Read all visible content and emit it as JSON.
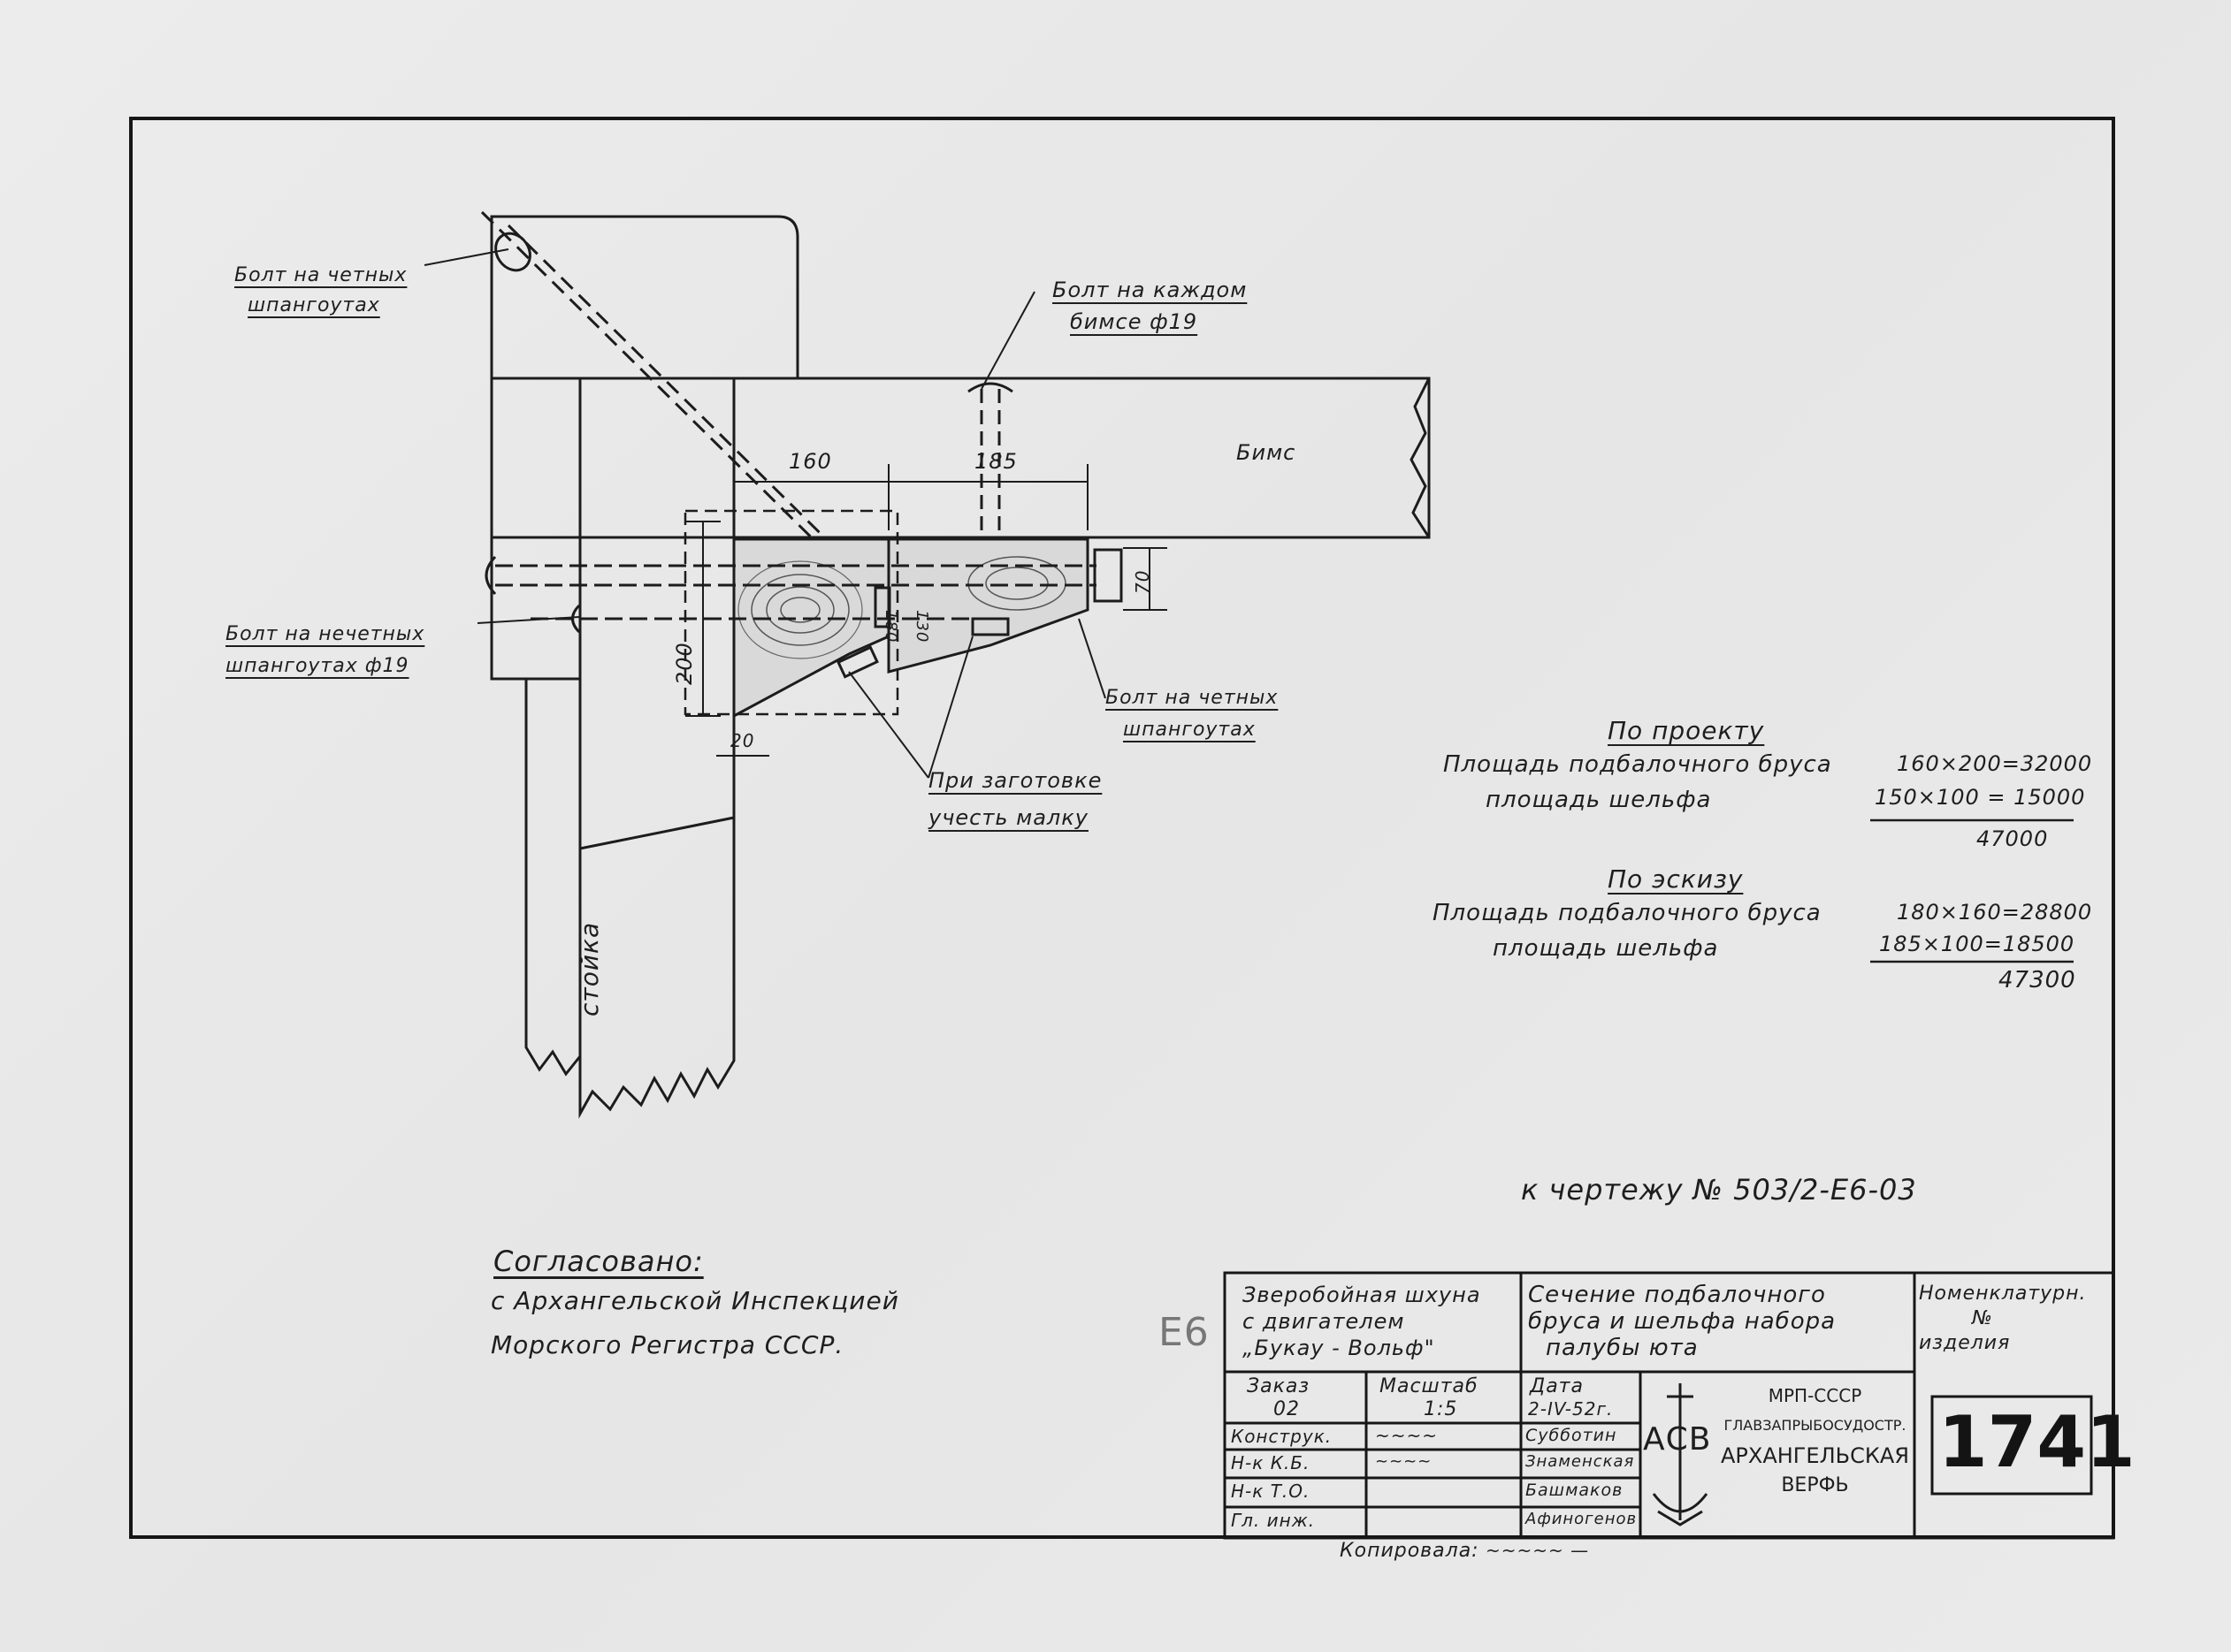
{
  "callouts": {
    "bolt_even_top": [
      "Болт на четных",
      "шпангоутах"
    ],
    "bolt_each_beam": [
      "Болт на каждом",
      "бимсе ф19"
    ],
    "beam": "Бимс",
    "bolt_odd": [
      "Болт на нечетных",
      "шпангоутах ф19"
    ],
    "bolt_even_bottom": [
      "Болт на четных",
      "шпангоутах"
    ],
    "bevel_note": [
      "При заготовке",
      "учесть малку"
    ],
    "post": "стойка"
  },
  "dimensions": {
    "d160": "160",
    "d185": "185",
    "d200": "200",
    "d20": "20",
    "d180": "180",
    "d130": "130",
    "d70": "70"
  },
  "calc": {
    "project_heading": "По проекту",
    "project_rows": [
      {
        "label": "Площадь подбалочного бруса",
        "value": "160×200=32000"
      },
      {
        "label": "площадь шельфа",
        "value": "150×100 = 15000"
      }
    ],
    "project_total": "47000",
    "sketch_heading": "По эскизу",
    "sketch_rows": [
      {
        "label": "Площадь подбалочного бруса",
        "value": "180×160=28800"
      },
      {
        "label": "площадь шельфа",
        "value": "185×100=18500"
      }
    ],
    "sketch_total": "47300"
  },
  "drawing_ref": "к чертежу № 503/2-Е6-03",
  "approval": {
    "heading": "Согласовано:",
    "line1": "с Архангельской Инспекцией",
    "line2": "Морского Регистра СССР."
  },
  "stamp_mark": "Е6",
  "title_block": {
    "vessel": [
      "Зверобойная шхуна",
      "с двигателем",
      "„Букау - Вольф\""
    ],
    "title": [
      "Сечение подбалочного",
      "бруса и шельфа набора",
      "палубы юта"
    ],
    "nomenclature": [
      "Номенклатурн.",
      "№",
      "изделия"
    ],
    "order_label": "Заказ",
    "order_value": "02",
    "scale_label": "Масштаб",
    "scale_value": "1:5",
    "date_label": "Дата",
    "date_value": "2-IV-52г.",
    "roles": [
      "Конструк.",
      "Н-к К.Б.",
      "Н-к Т.О.",
      "Гл. инж."
    ],
    "names": [
      "Субботин",
      "Знаменская",
      "Башмаков",
      "Афиногенов"
    ],
    "org": [
      "МРП-СССР",
      "ГЛАВЗАПРЫБОСУДОСТР.",
      "АРХАНГЕЛЬСКАЯ",
      "ВЕРФЬ"
    ],
    "logo_letters": "АСВ",
    "sheet_number": "1741"
  },
  "copied_by": "Копировала:"
}
